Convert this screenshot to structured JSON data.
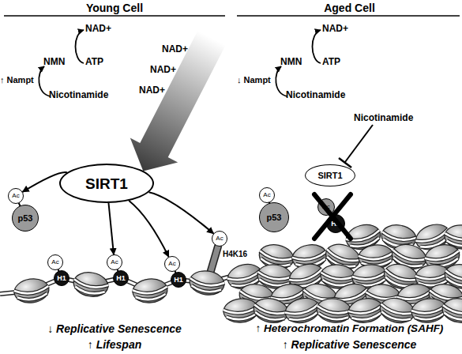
{
  "diagram": {
    "nodes": [
      {
        "text": [
          "SIRT1"
        ]
      },
      {
        "text": [
          "Ac"
        ]
      },
      {
        "text": [
          "p53"
        ]
      },
      {
        "text": [
          "Ac"
        ]
      },
      {
        "text": [
          "H1"
        ]
      },
      {
        "text": [
          "Ac"
        ]
      },
      {
        "text": [
          "H1"
        ]
      },
      {
        "text": [
          "Ac"
        ]
      },
      {
        "text": [
          "H1"
        ]
      },
      {
        "text": [
          "Ac"
        ]
      },
      {
        "text": [
          "SIRT1"
        ]
      },
      {
        "text": [
          "Ac"
        ]
      },
      {
        "text": [
          "p53"
        ]
      },
      {
        "text": [
          "Ac"
        ]
      },
      {
        "text": [
          "H1"
        ]
      }
    ],
    "edges": [
      {
        "from": 0,
        "to": 1,
        "arrow": "to"
      },
      {
        "from": 0,
        "to": 5,
        "arrow": "to"
      },
      {
        "from": 0,
        "to": 7,
        "arrow": "to"
      },
      {
        "from": 0,
        "to": 9,
        "arrow": "to"
      }
    ],
    "labels": [
      "Young Cell",
      "Aged Cell",
      "NAD+",
      "ATP",
      "NMN",
      "↑ Nampt",
      "Nicotinamide",
      "NAD+",
      "NAD+",
      "NAD+",
      "H4K16",
      "↓ Replicative Senescence",
      "↑ Lifespan",
      "NAD+",
      "ATP",
      "NMN",
      "↓ Nampt",
      "Nicotinamide",
      "Nicotinamide",
      "↑ Heterochromatin Formation (SAHF)",
      "↑ Replicative Senescence"
    ]
  }
}
